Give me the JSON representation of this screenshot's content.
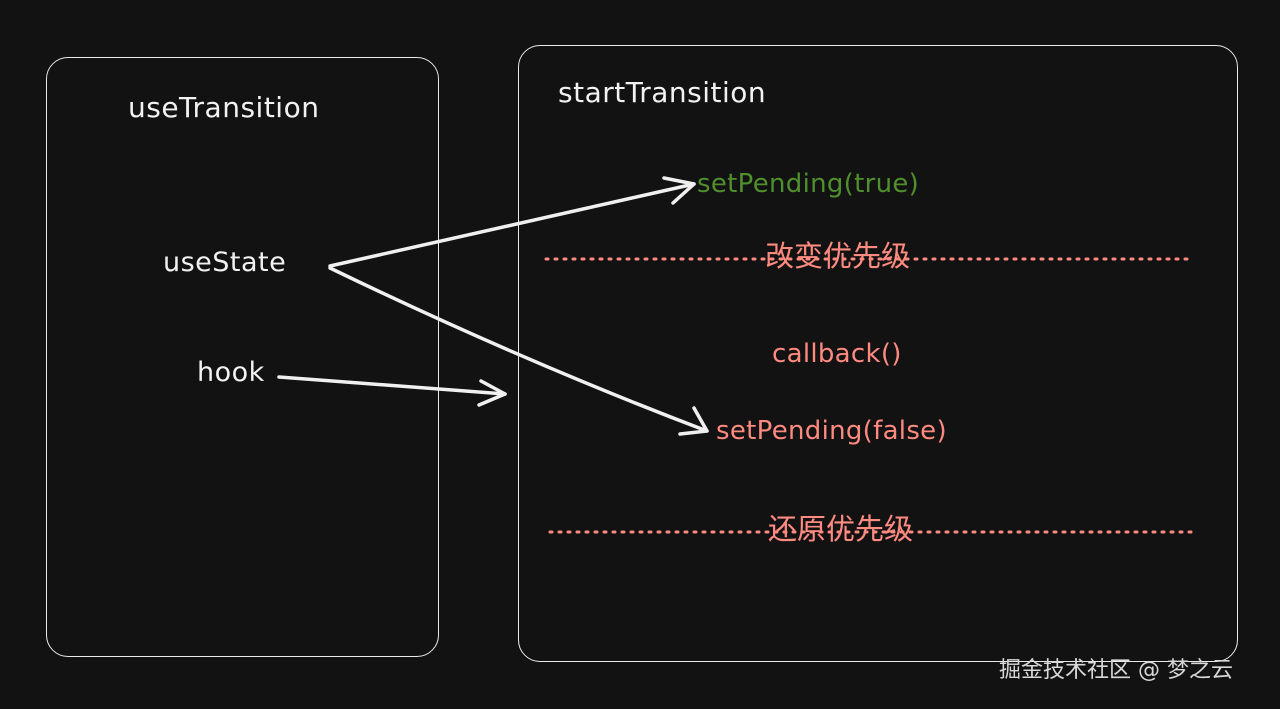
{
  "left_box": {
    "title": "useTransition",
    "use_state": "useState",
    "hook": "hook"
  },
  "right_box": {
    "title": "startTransition",
    "set_pending_true": "setPending(true)",
    "change_priority": "改变优先级",
    "callback": "callback()",
    "set_pending_false": "setPending(false)",
    "restore_priority": "还原优先级"
  },
  "watermark": "掘金技术社区 @ 梦之云",
  "colors": {
    "background": "#121212",
    "stroke": "#e9e9e9",
    "green": "#4f8f2c",
    "salmon": "#ff8a80"
  }
}
